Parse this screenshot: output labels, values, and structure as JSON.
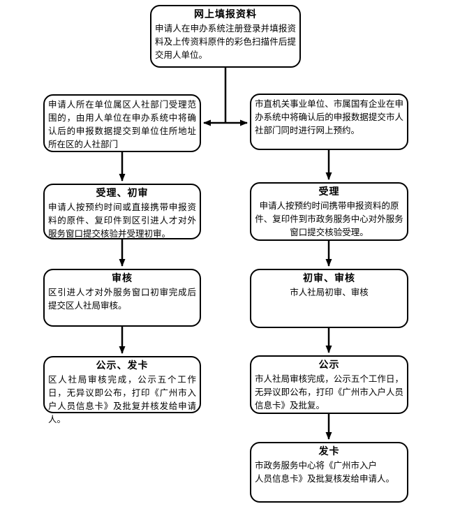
{
  "colors": {
    "background": "#ffffff",
    "line": "#000000",
    "text": "#000000"
  },
  "flowchart": {
    "top": {
      "title": "网上填报资料",
      "body": "申请人在申办系统注册登录并填报资料及上传资料原件的彩色扫描件后提交用人单位。"
    },
    "left_branch": [
      {
        "title": "",
        "body": "申请人所在单位属区人社部门受理范围的，由用人单位在申办系统中将确认后的申报数据提交到单位住所地址所在区的人社部门"
      },
      {
        "title": "受理、初审",
        "body": "申请人按预约时间或直接携带申报资料的原件、复印件到区引进人才对外服务窗口提交核验并受理初审。"
      },
      {
        "title": "审核",
        "body": "区引进人才对外服务窗口初审完成后提交区人社局审核。"
      },
      {
        "title": "公示、发卡",
        "body": "区人社局审核完成，公示五个工作日，无异议即公布，打印《广州市入户人员信息卡》及批复并核发给申请人。"
      }
    ],
    "right_branch": [
      {
        "title": "",
        "body": "市直机关事业单位、市属国有企业在申办系统中将确认后的申报数据提交市人社部门同时进行网上预约。"
      },
      {
        "title": "受理",
        "body": "申请人按预约时间携带申报资料的原件、复印件到市政务服务中心对外服务窗口提交核验受理。"
      },
      {
        "title": "初审、审核",
        "body": "市人社局初审、审核"
      },
      {
        "title": "公示",
        "body": "市人社局审核完成，公示五个工作日，无异议即公布，打印《广州市入户人员信息卡》及批复。"
      },
      {
        "title": "发卡",
        "body": "市政务服务中心将《广州市入户\n人员信息卡》及批复核发给申请人。"
      }
    ]
  }
}
